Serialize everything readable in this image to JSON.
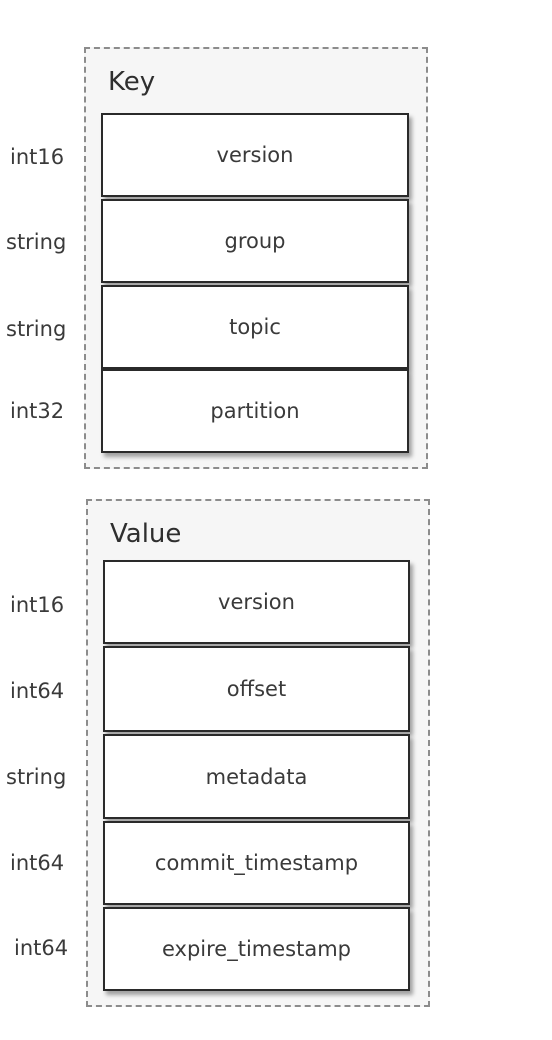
{
  "key": {
    "title": "Key",
    "fields": [
      {
        "type": "int16",
        "name": "version"
      },
      {
        "type": "string",
        "name": "group"
      },
      {
        "type": "string",
        "name": "topic"
      },
      {
        "type": "int32",
        "name": "partition"
      }
    ]
  },
  "value": {
    "title": "Value",
    "fields": [
      {
        "type": "int16",
        "name": "version"
      },
      {
        "type": "int64",
        "name": "offset"
      },
      {
        "type": "string",
        "name": "metadata"
      },
      {
        "type": "int64",
        "name": "commit_timestamp"
      },
      {
        "type": "int64",
        "name": "expire_timestamp"
      }
    ]
  }
}
